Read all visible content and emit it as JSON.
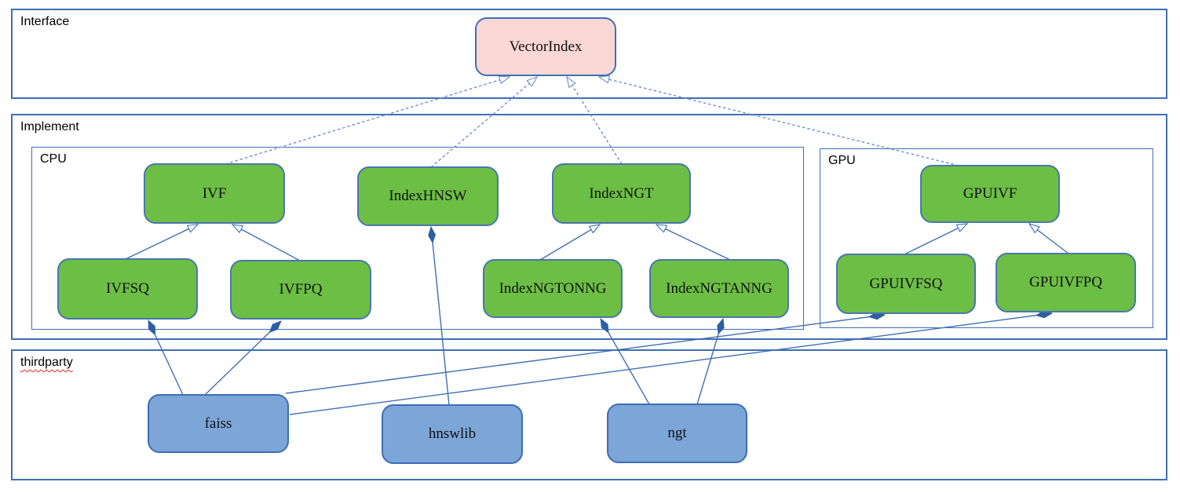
{
  "diagram": {
    "groups": {
      "interface": {
        "label": "Interface"
      },
      "implement": {
        "label": "Implement"
      },
      "cpu": {
        "label": "CPU"
      },
      "gpu": {
        "label": "GPU"
      },
      "thirdparty": {
        "label": "thirdparty",
        "spellcheck_underline": true
      }
    },
    "nodes": {
      "vectorindex": {
        "label": "VectorIndex",
        "group": "interface"
      },
      "ivf": {
        "label": "IVF",
        "group": "cpu"
      },
      "indexhnsw": {
        "label": "IndexHNSW",
        "group": "cpu"
      },
      "indexngt": {
        "label": "IndexNGT",
        "group": "cpu"
      },
      "ivfsq": {
        "label": "IVFSQ",
        "group": "cpu"
      },
      "ivfpq": {
        "label": "IVFPQ",
        "group": "cpu"
      },
      "indexngtonng": {
        "label": "IndexNGTONNG",
        "group": "cpu"
      },
      "indexngtanng": {
        "label": "IndexNGTANNG",
        "group": "cpu"
      },
      "gpuivf": {
        "label": "GPUIVF",
        "group": "gpu"
      },
      "gpuivfsq": {
        "label": "GPUIVFSQ",
        "group": "gpu"
      },
      "gpuivfpq": {
        "label": "GPUIVFPQ",
        "group": "gpu"
      },
      "faiss": {
        "label": "faiss",
        "group": "thirdparty"
      },
      "hnswlib": {
        "label": "hnswlib",
        "group": "thirdparty"
      },
      "ngt": {
        "label": "ngt",
        "group": "thirdparty"
      }
    },
    "edges": {
      "realization_dashed_open_arrow": [
        {
          "from": "IVF",
          "to": "VectorIndex"
        },
        {
          "from": "IndexHNSW",
          "to": "VectorIndex"
        },
        {
          "from": "IndexNGT",
          "to": "VectorIndex"
        },
        {
          "from": "GPUIVF",
          "to": "VectorIndex"
        }
      ],
      "inheritance_solid_open_arrow": [
        {
          "from": "IVFSQ",
          "to": "IVF"
        },
        {
          "from": "IVFPQ",
          "to": "IVF"
        },
        {
          "from": "IndexNGTONNG",
          "to": "IndexNGT"
        },
        {
          "from": "IndexNGTANNG",
          "to": "IndexNGT"
        },
        {
          "from": "GPUIVFSQ",
          "to": "GPUIVF"
        },
        {
          "from": "GPUIVFPQ",
          "to": "GPUIVF"
        }
      ],
      "composition_filled_diamond": [
        {
          "from": "faiss",
          "to": "IVFSQ"
        },
        {
          "from": "faiss",
          "to": "IVFPQ"
        },
        {
          "from": "faiss",
          "to": "GPUIVFSQ"
        },
        {
          "from": "faiss",
          "to": "GPUIVFPQ"
        },
        {
          "from": "hnswlib",
          "to": "IndexHNSW"
        },
        {
          "from": "ngt",
          "to": "IndexNGTONNG"
        },
        {
          "from": "ngt",
          "to": "IndexNGTANNG"
        }
      ]
    },
    "colors": {
      "interface_node_fill": "#f8d7d4",
      "implement_node_fill": "#6cbe45",
      "thirdparty_node_fill": "#7ca5d8",
      "container_border": "#3f6fb4",
      "solid_edge": "#3f6fb4",
      "dashed_edge": "#6e8fcb",
      "diamond_fill": "#2e5fa3",
      "spellcheck_red": "#e02b20"
    }
  }
}
